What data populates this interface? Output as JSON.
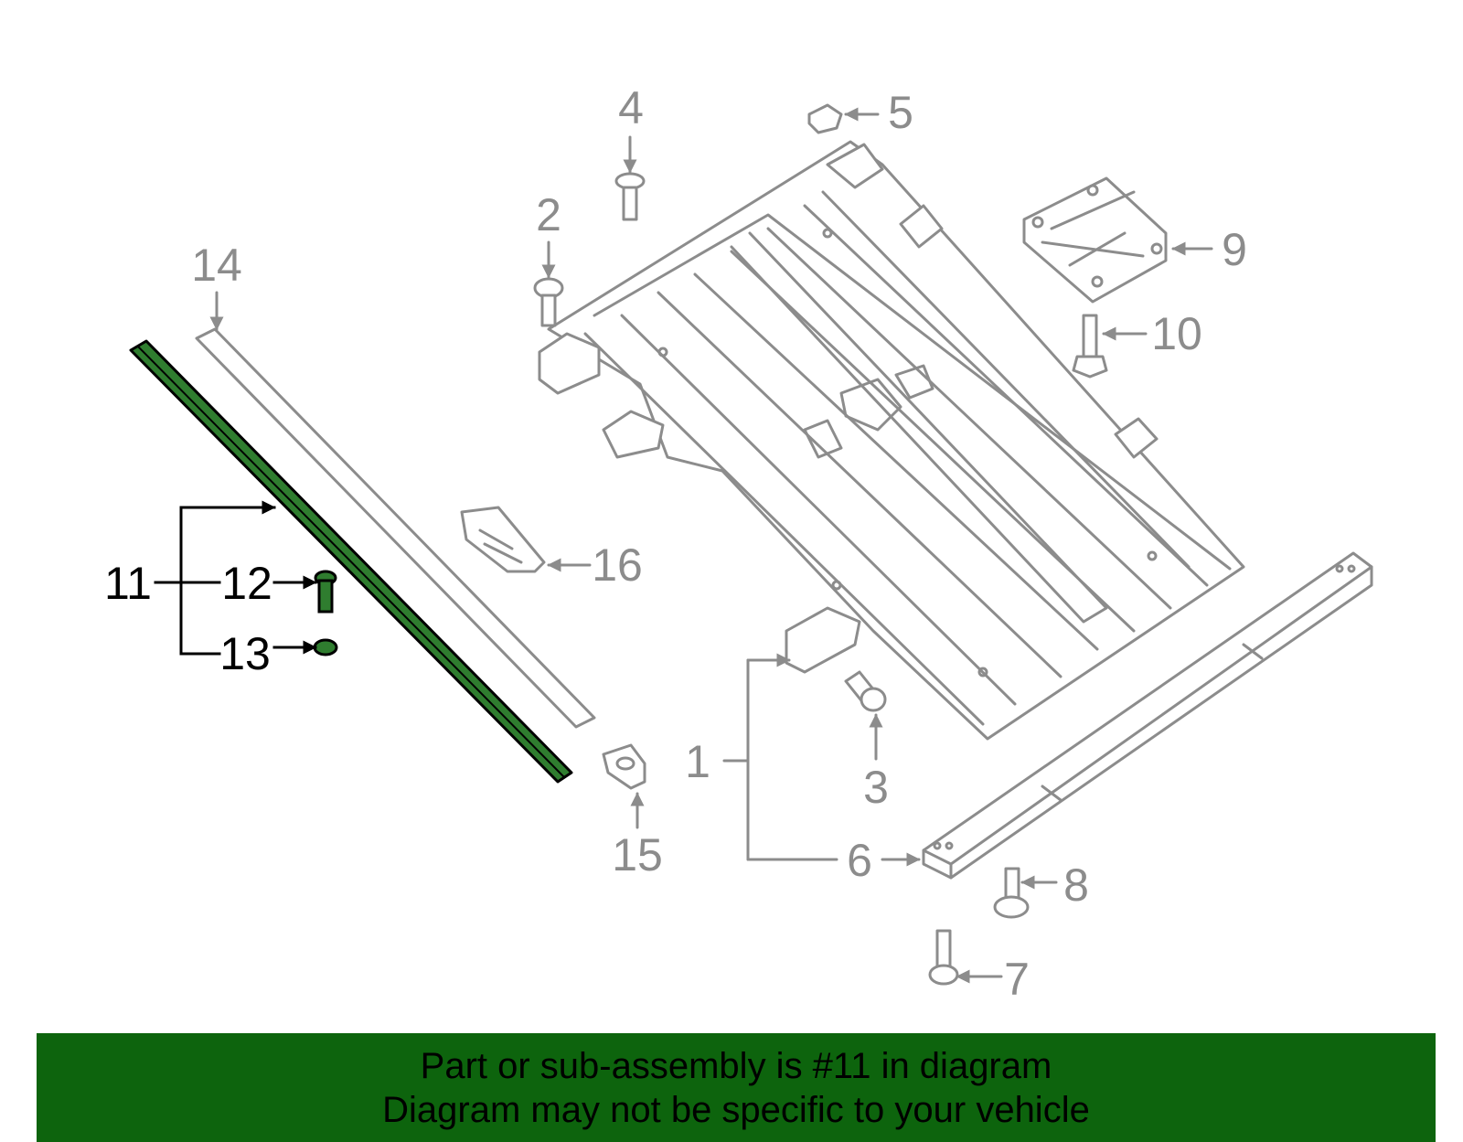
{
  "callouts": {
    "c1": "1",
    "c2": "2",
    "c3": "3",
    "c4": "4",
    "c5": "5",
    "c6": "6",
    "c7": "7",
    "c8": "8",
    "c9": "9",
    "c10": "10",
    "c11": "11",
    "c12": "12",
    "c13": "13",
    "c14": "14",
    "c15": "15",
    "c16": "16"
  },
  "highlighted_part": "11",
  "colors": {
    "highlight": "#2f7d2f",
    "banner": "#0d640d",
    "part_outline": "#8c8c8c"
  },
  "banner": {
    "line1": "Part or sub-assembly is #11 in diagram",
    "line2": "Diagram may not be specific to your vehicle"
  }
}
